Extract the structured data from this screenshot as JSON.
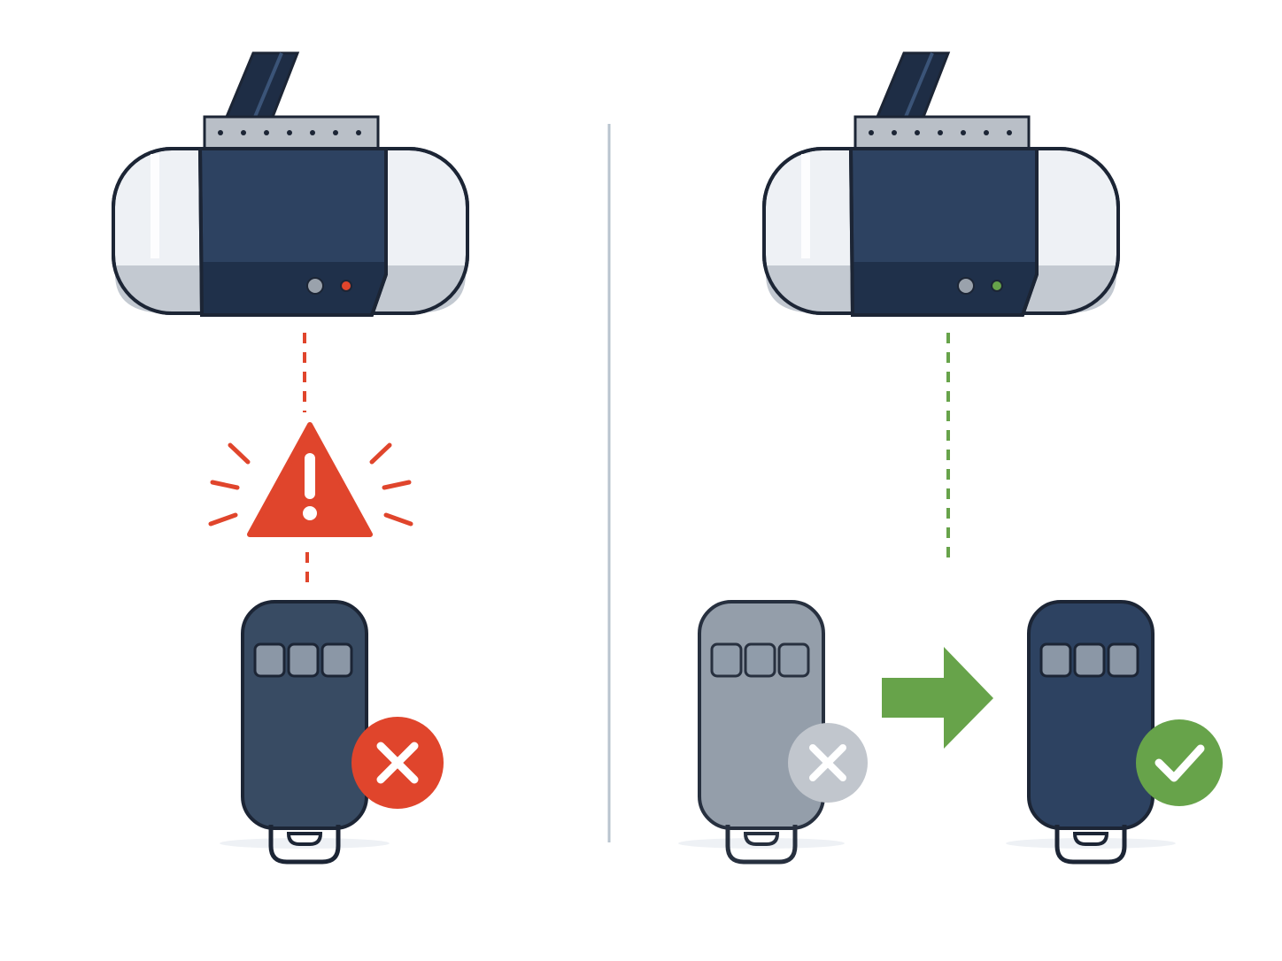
{
  "colors": {
    "background": "#ffffff",
    "divider": "#b9c4cf",
    "opener_body": "#2d4261",
    "opener_body_dark": "#1f304a",
    "opener_cap": "#eef1f5",
    "opener_cap_shade": "#c3c9d1",
    "outline": "#1c2535",
    "bracket": "#b9bfc7",
    "rail": "#1e2d45",
    "light_neutral": "#9aa2ac",
    "alert_red": "#e0452c",
    "success_green": "#67a34a",
    "remote_active": "#2d4261",
    "remote_failed": "#384b63",
    "remote_old": "#8f99a6",
    "old_badge": "#c1c6cd"
  },
  "panels": [
    {
      "id": "failed-pairing",
      "opener_status": "fault",
      "signal": "broken",
      "warning_icon": "alert-triangle-icon",
      "remote_badge": "error-x-icon"
    },
    {
      "id": "successful-replacement",
      "opener_status": "ok",
      "signal": "connected",
      "old_remote_badge": "disabled-x-icon",
      "transition_icon": "arrow-right-icon",
      "new_remote_badge": "check-icon"
    }
  ]
}
